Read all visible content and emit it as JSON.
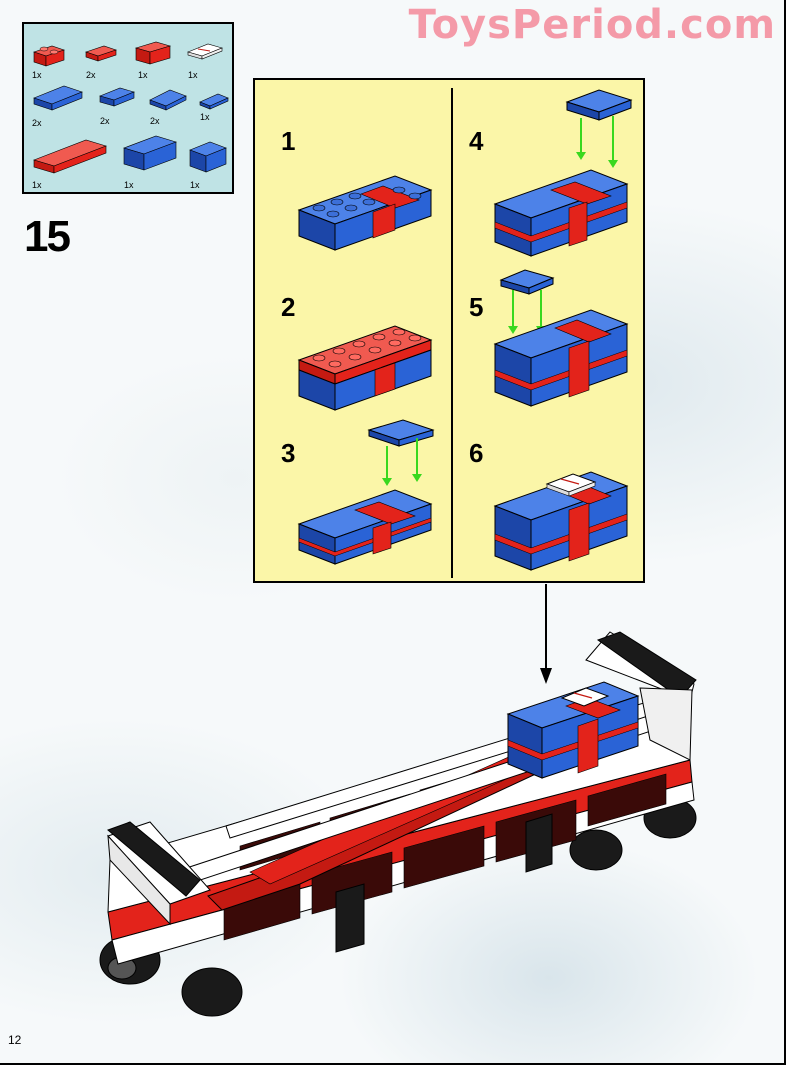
{
  "watermark": "ToysPeriod.com",
  "page_number": "12",
  "step": {
    "number": "15"
  },
  "parts_list": [
    {
      "name": "red-brick-1x2",
      "qty": "1x"
    },
    {
      "name": "red-plate-2x2",
      "qty": "2x"
    },
    {
      "name": "red-brick-2x2",
      "qty": "1x"
    },
    {
      "name": "printed-letter-tile",
      "qty": "1x"
    },
    {
      "name": "blue-plate-2x4",
      "qty": "2x"
    },
    {
      "name": "blue-plate-2x2",
      "qty": "2x"
    },
    {
      "name": "blue-tile-2x2",
      "qty": "2x"
    },
    {
      "name": "blue-tile-1x2",
      "qty": "1x"
    },
    {
      "name": "red-plate-2x8",
      "qty": "1x"
    },
    {
      "name": "blue-brick-2x4",
      "qty": "1x"
    },
    {
      "name": "blue-brick-2x2",
      "qty": "1x"
    }
  ],
  "sub_steps": [
    {
      "number": "1"
    },
    {
      "number": "2"
    },
    {
      "number": "3"
    },
    {
      "number": "4"
    },
    {
      "number": "5"
    },
    {
      "number": "6"
    }
  ],
  "colors": {
    "lego_red": "#e3231b",
    "lego_blue": "#2a63d6",
    "panel_yellow": "#fbf6a8",
    "parts_bg": "#bfe3e5",
    "arrow_green": "#39d81e"
  }
}
